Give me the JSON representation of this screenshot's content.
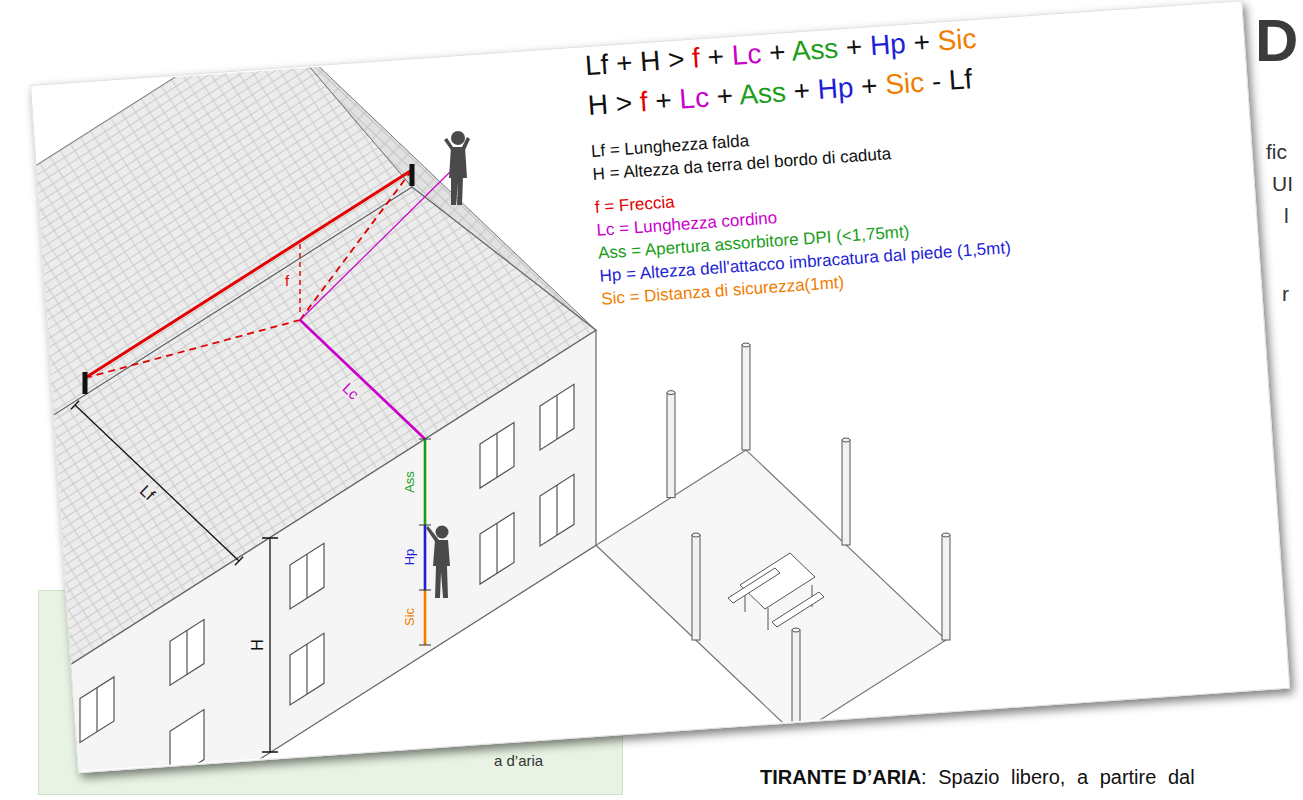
{
  "diagram": {
    "labels": [
      "Lf + H > f + Lc + Ass + Hp + Sic",
      "H > f + Lc + Ass + Hp + Sic - Lf",
      "Lf = Lunghezza falda",
      "H = Altezza da terra del bordo di caduta",
      "f = Freccia",
      "Lc = Lunghezza cordino",
      "Ass = Apertura assorbitore DPI (<1,75mt)",
      "Hp = Altezza dell'attacco imbracatura dal piede (1,5mt)",
      "Sic = Distanza di sicurezza(1mt)",
      "Lf",
      "H",
      "f",
      "Lc",
      "Ass",
      "Hp",
      "Sic",
      "D",
      "fic",
      "UI",
      "l",
      "r",
      "a d’aria",
      "TIRANTE D’ARIA",
      ": Spazio libero, a partire dal"
    ]
  }
}
